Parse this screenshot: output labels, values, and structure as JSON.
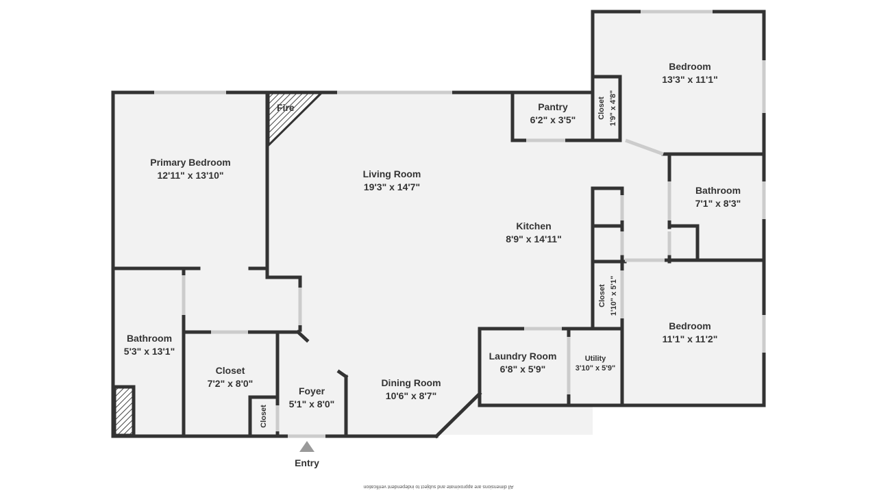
{
  "rooms": {
    "bedroom_ne": {
      "name": "Bedroom",
      "dims": "13'3\" x 11'1\""
    },
    "pantry": {
      "name": "Pantry",
      "dims": "6'2\" x 3'5\""
    },
    "closet_ne": {
      "name": "Closet",
      "dims": "1'9\" x 4'8\""
    },
    "fire": {
      "name": "Fire"
    },
    "primary_bedroom": {
      "name": "Primary Bedroom",
      "dims": "12'11\" x 13'10\""
    },
    "living_room": {
      "name": "Living Room",
      "dims": "19'3\" x 14'7\""
    },
    "bathroom_e": {
      "name": "Bathroom",
      "dims": "7'1\" x 8'3\""
    },
    "kitchen": {
      "name": "Kitchen",
      "dims": "8'9\" x 14'11\""
    },
    "closet_mid": {
      "name": "Closet",
      "dims": "1'10\" x 5'1\""
    },
    "bedroom_se": {
      "name": "Bedroom",
      "dims": "11'1\" x 11'2\""
    },
    "bathroom_w": {
      "name": "Bathroom",
      "dims": "5'3\" x 13'1\""
    },
    "closet_w": {
      "name": "Closet",
      "dims": "7'2\" x 8'0\""
    },
    "laundry_room": {
      "name": "Laundry Room",
      "dims": "6'8\" x 5'9\""
    },
    "utility": {
      "name": "Utility",
      "dims": "3'10\" x 5'9\""
    },
    "foyer": {
      "name": "Foyer",
      "dims": "5'1\" x 8'0\""
    },
    "dining_room": {
      "name": "Dining Room",
      "dims": "10'6\" x 8'7\""
    },
    "closet_small": {
      "name": "Closet"
    }
  },
  "entry": {
    "label": "Entry"
  },
  "footnote": "All dimensions are approximate and subject to independent verification",
  "colors": {
    "wall": "#333333",
    "floor": "#f2f2f2",
    "window": "#d9d9d9",
    "hatch": "#444444"
  }
}
